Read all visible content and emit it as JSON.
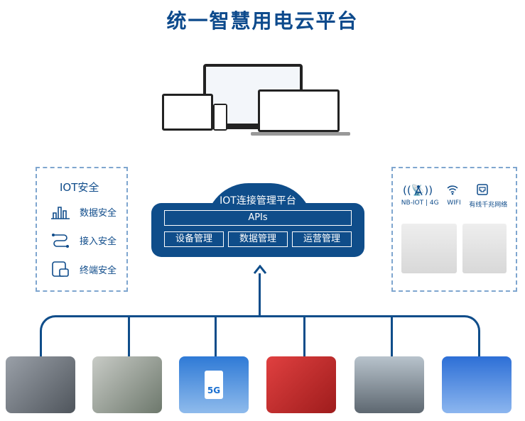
{
  "title": "统一智慧用电云平台",
  "security": {
    "title": "IOT安全",
    "items": [
      {
        "label": "数据安全",
        "icon": "bar-chart-icon"
      },
      {
        "label": "接入安全",
        "icon": "link-icon"
      },
      {
        "label": "终端安全",
        "icon": "device-icon"
      }
    ]
  },
  "platform": {
    "title": "IOT连接管理平台",
    "apis": "APIs",
    "modules": [
      "设备管理",
      "数据管理",
      "运营管理"
    ]
  },
  "connectivity": {
    "items": [
      {
        "label": "NB-IOT | 4G",
        "icon": "antenna-icon"
      },
      {
        "label": "WIFI",
        "icon": "wifi-icon"
      },
      {
        "label": "有线千兆网络",
        "icon": "ethernet-icon"
      }
    ]
  },
  "photos": [
    {
      "label": "",
      "color": "#6b7078"
    },
    {
      "label": "",
      "color": "#8a9088"
    },
    {
      "label": "5G",
      "color": "#3a7fd0"
    },
    {
      "label": "",
      "color": "#c62c2c"
    },
    {
      "label": "",
      "color": "#8b95a0"
    },
    {
      "label": "",
      "color": "#4f8be0"
    }
  ],
  "colors": {
    "primary": "#0f4d8a",
    "dashed": "#7fa6cf"
  }
}
